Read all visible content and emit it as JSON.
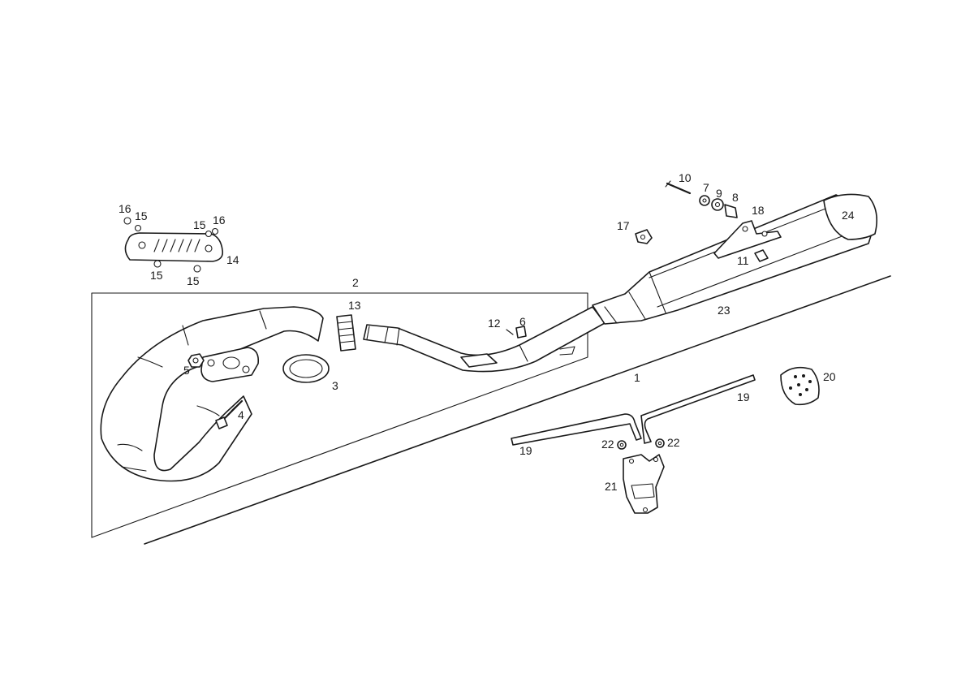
{
  "callouts": {
    "c1": "1",
    "c2": "2",
    "c3": "3",
    "c4": "4",
    "c5": "5",
    "c6": "6",
    "c7": "7",
    "c8": "8",
    "c9": "9",
    "c10": "10",
    "c11": "11",
    "c12": "12",
    "c13": "13",
    "c14": "14",
    "c15a": "15",
    "c15b": "15",
    "c15c": "15",
    "c15d": "15",
    "c16a": "16",
    "c16b": "16",
    "c17": "17",
    "c18": "18",
    "c19a": "19",
    "c19b": "19",
    "c20": "20",
    "c21": "21",
    "c22a": "22",
    "c22b": "22",
    "c23": "23",
    "c24": "24"
  },
  "colors": {
    "ink": "#1a1a1a",
    "paper": "#ffffff"
  }
}
